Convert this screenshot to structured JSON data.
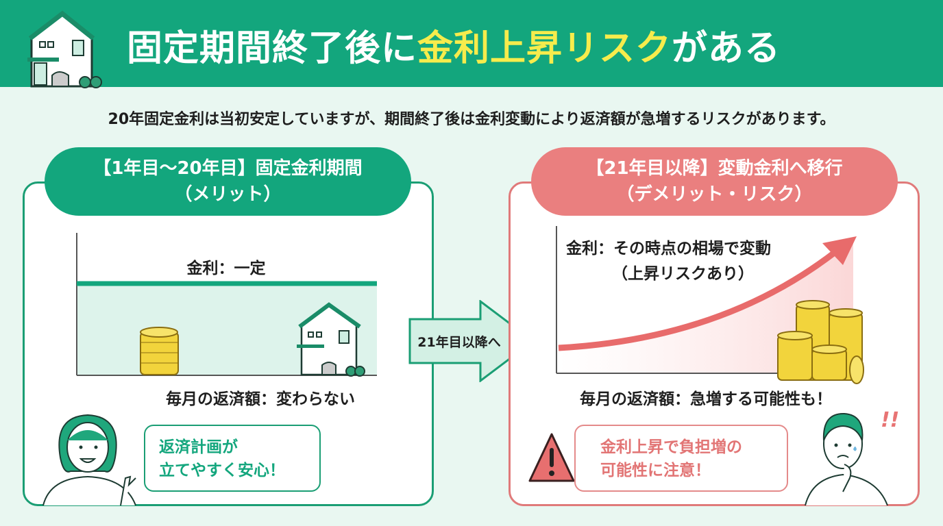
{
  "header": {
    "title_pre": "固定期間終了後に",
    "title_highlight": "金利上昇リスク",
    "title_post": "がある"
  },
  "subtitle": "20年固定金利は当初安定していますが、期間終了後は金利変動により返済額が急増するリスクがあります。",
  "left": {
    "pill_line1": "【1年目〜20年目】固定金利期間",
    "pill_line2": "（メリット）",
    "rate_label": "金利：一定",
    "payment_caption": "毎月の返済額：変わらない",
    "bubble_line1": "返済計画が",
    "bubble_line2": "立てやすく安心！"
  },
  "transition": {
    "label": "21年目以降へ"
  },
  "right": {
    "pill_line1": "【21年目以降】変動金利へ移行",
    "pill_line2": "（デメリット・リスク）",
    "rate_label_line1": "金利：その時点の相場で変動",
    "rate_label_line2": "（上昇リスクあり）",
    "payment_caption": "毎月の返済額：急増する可能性も！",
    "bubble_line1": "金利上昇で負担増の",
    "bubble_line2": "可能性に注意！",
    "exclaim": "!!"
  },
  "colors": {
    "green": "#13a67d",
    "yellow": "#f6ec4c",
    "red": "#e87c7c"
  }
}
